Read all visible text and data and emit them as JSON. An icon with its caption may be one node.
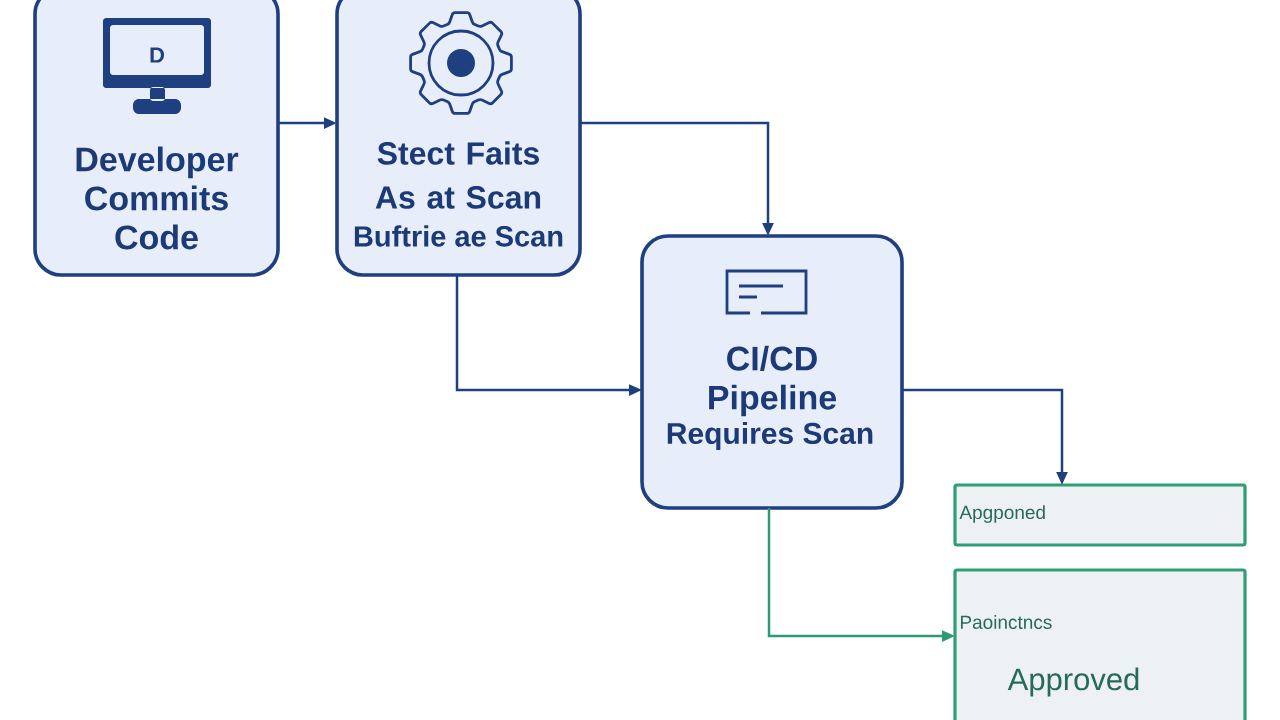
{
  "diagram": {
    "nodes": [
      {
        "text": [
          "D",
          "Developer Commits Code"
        ]
      },
      {
        "text": [
          "Stect Faits As at Scan",
          "Buftrie ae Scan"
        ]
      },
      {
        "text": [
          "CI/CD Pipeline",
          "Requires Scan"
        ]
      },
      {
        "text": [
          "Apgponed"
        ]
      },
      {
        "text": [
          "Paoinctncs",
          "Approved"
        ]
      }
    ],
    "edges": [
      {
        "from": 0,
        "to": 1,
        "arrow": "to"
      },
      {
        "from": 1,
        "to": 2,
        "arrow": "to"
      },
      {
        "from": 1,
        "to": 2,
        "arrow": "to"
      },
      {
        "from": 2,
        "to": 3,
        "arrow": "to"
      },
      {
        "from": 2,
        "to": 4,
        "arrow": "to",
        "color": "#2e9a78"
      }
    ]
  }
}
